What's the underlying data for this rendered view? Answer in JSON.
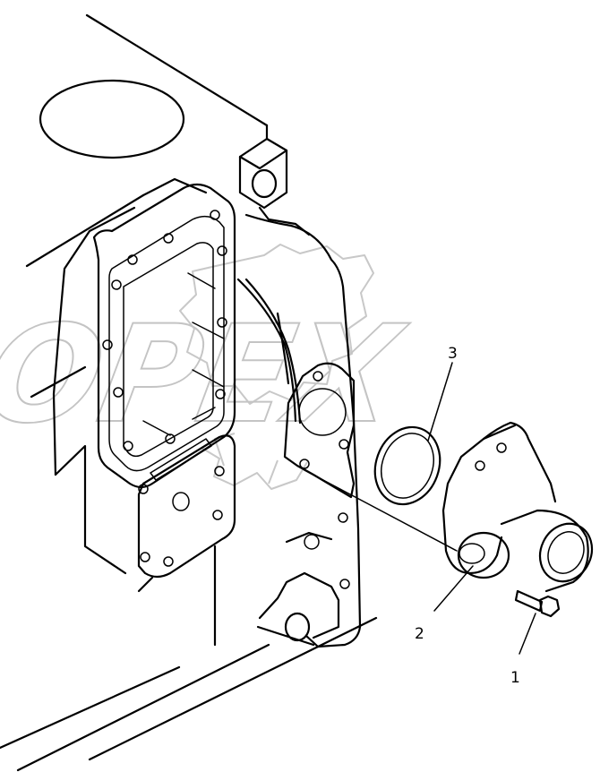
{
  "watermark": {
    "text": "OPEX"
  },
  "callouts": [
    {
      "id": "1",
      "label": "1",
      "part": "bolt"
    },
    {
      "id": "2",
      "label": "2",
      "part": "water-outlet-housing"
    },
    {
      "id": "3",
      "label": "3",
      "part": "o-ring-seal"
    }
  ]
}
